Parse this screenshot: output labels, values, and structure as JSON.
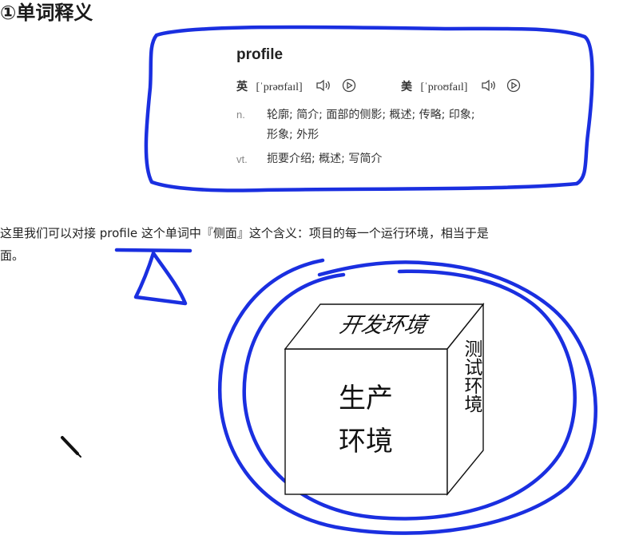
{
  "heading": "①单词释义",
  "dictionary": {
    "word": "profile",
    "uk_label": "英",
    "uk_phonetic": "[ˈprəʊfaɪl]",
    "us_label": "美",
    "us_phonetic": "[ˈproʊfaɪl]",
    "noun_pos": "n.",
    "noun_line1": "轮廓; 简介; 面部的侧影; 概述; 传略; 印象;",
    "noun_line2": "形象; 外形",
    "verb_pos": "vt.",
    "verb_line": "扼要介绍; 概述; 写简介"
  },
  "paragraph": {
    "line1": "这里我们可以对接 profile 这个单词中『侧面』这个含义：项目的每一个运行环境，相当于是",
    "line2": "面。"
  },
  "drawing": {
    "top_face_label": "开发环境",
    "front_label_line1": "生产",
    "front_label_line2": "环境",
    "side_label": "测试环境",
    "ink_color": "#1a2fe0"
  }
}
